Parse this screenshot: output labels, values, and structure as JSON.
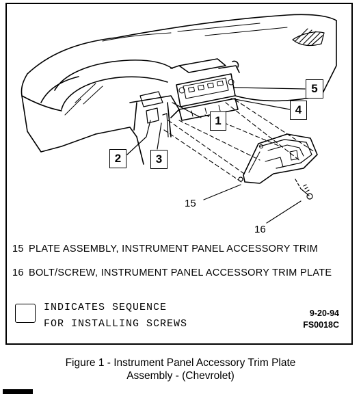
{
  "callouts": [
    "1",
    "2",
    "3",
    "4",
    "5"
  ],
  "parts": [
    {
      "num": "15",
      "desc": "PLATE ASSEMBLY, INSTRUMENT PANEL ACCESSORY TRIM"
    },
    {
      "num": "16",
      "desc": "BOLT/SCREW, INSTRUMENT PANEL ACCESSORY TRIM PLATE"
    }
  ],
  "part_labels": [
    "15",
    "16"
  ],
  "legend": {
    "line1": "INDICATES SEQUENCE",
    "line2": "FOR INSTALLING SCREWS"
  },
  "date_code": "9-20-94",
  "figure_code": "FS0018C",
  "caption": {
    "line1": "Figure 1 - Instrument Panel Accessory Trim Plate",
    "line2": "Assembly - (Chevrolet)"
  }
}
